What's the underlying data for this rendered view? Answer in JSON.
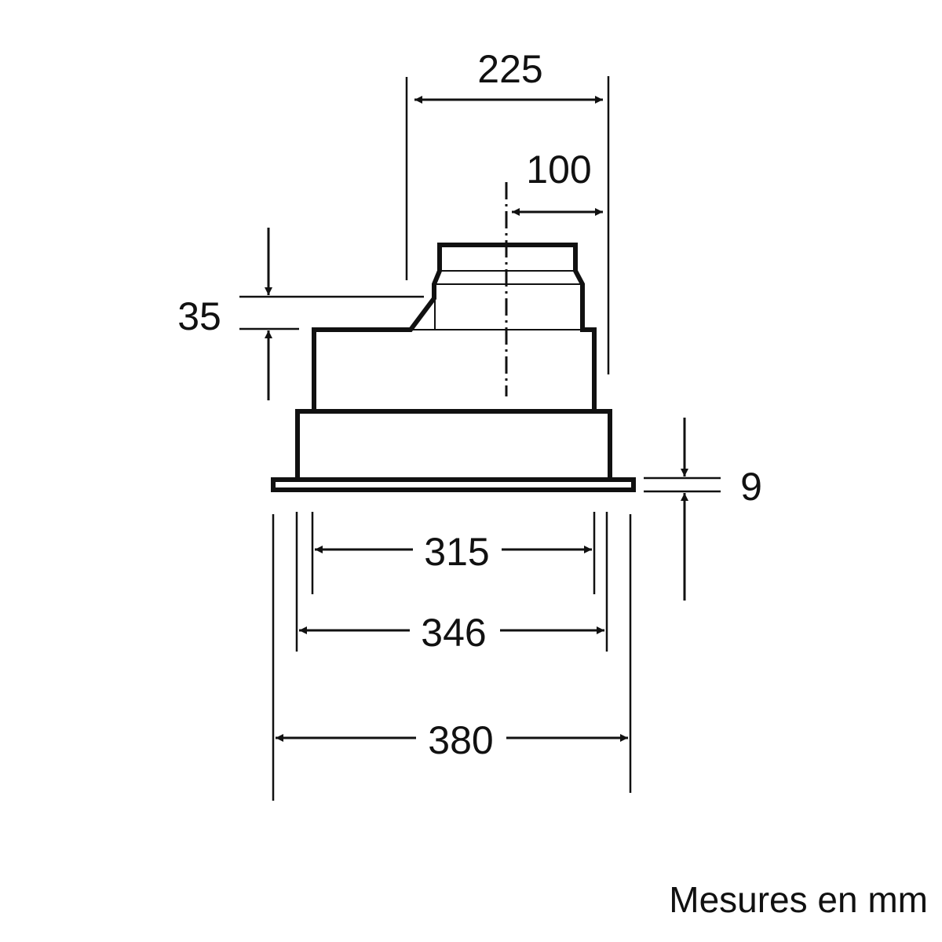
{
  "dimensions": {
    "overall_width": "380",
    "body_width": "346",
    "cutout_width": "315",
    "duct_offset_edge": "225",
    "duct_center_offset": "100",
    "upper_step_height": "35",
    "flange_thickness": "9"
  },
  "footer_note": "Mesures en mm",
  "colors": {
    "line": "#111111",
    "background": "#ffffff"
  }
}
